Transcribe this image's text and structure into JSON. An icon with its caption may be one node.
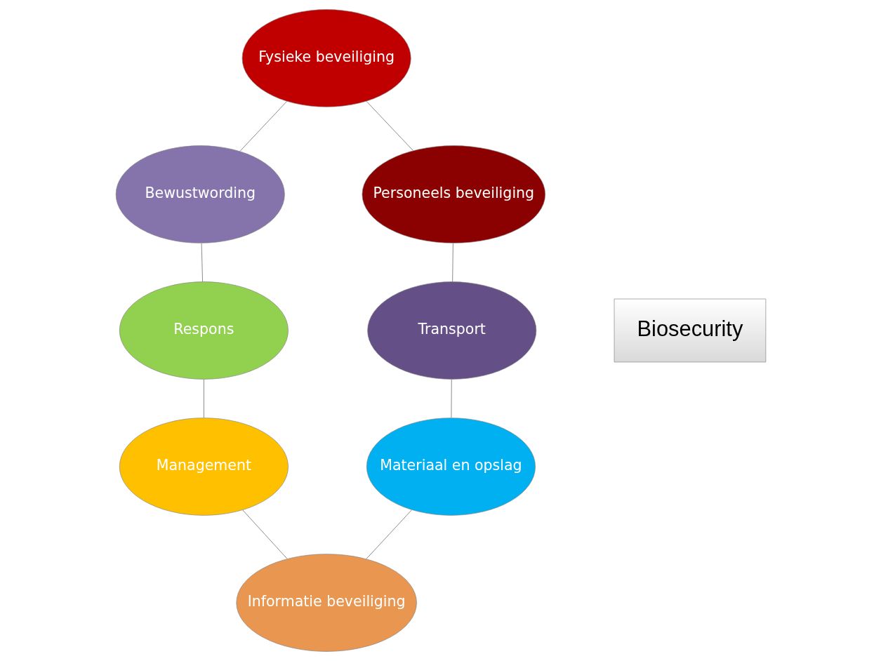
{
  "diagram": {
    "nodes": [
      {
        "text": [
          "Fysieke beveiliging"
        ]
      },
      {
        "text": [
          "Bewustwording"
        ]
      },
      {
        "text": [
          "Personeels beveiliging"
        ]
      },
      {
        "text": [
          "Respons"
        ]
      },
      {
        "text": [
          "Biosecurity"
        ]
      },
      {
        "text": [
          "Transport"
        ]
      },
      {
        "text": [
          "Management"
        ]
      },
      {
        "text": [
          "Materiaal en opslag"
        ]
      },
      {
        "text": [
          "Informatie beveiliging"
        ]
      }
    ],
    "edges": [
      {
        "from": 0,
        "to": 2,
        "arrow": "none"
      },
      {
        "from": 2,
        "to": 5,
        "arrow": "none"
      },
      {
        "from": 5,
        "to": 7,
        "arrow": "none"
      },
      {
        "from": 7,
        "to": 8,
        "arrow": "none"
      },
      {
        "from": 0,
        "to": 1,
        "arrow": "none"
      },
      {
        "from": 1,
        "to": 3,
        "arrow": "none"
      },
      {
        "from": 3,
        "to": 6,
        "arrow": "none"
      },
      {
        "from": 6,
        "to": 8,
        "arrow": "none"
      }
    ]
  }
}
